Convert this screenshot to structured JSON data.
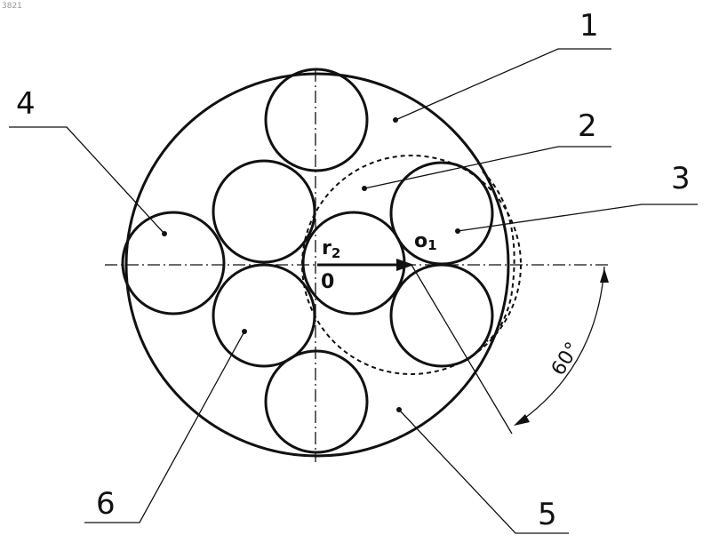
{
  "figure_id": "3821",
  "part_labels": [
    "1",
    "2",
    "3",
    "4",
    "5",
    "6"
  ],
  "center_label": "0",
  "offset_center_label": {
    "main": "o",
    "sub": "1"
  },
  "radius_label": {
    "main": "r",
    "sub": "2"
  },
  "angle_label": "60°"
}
